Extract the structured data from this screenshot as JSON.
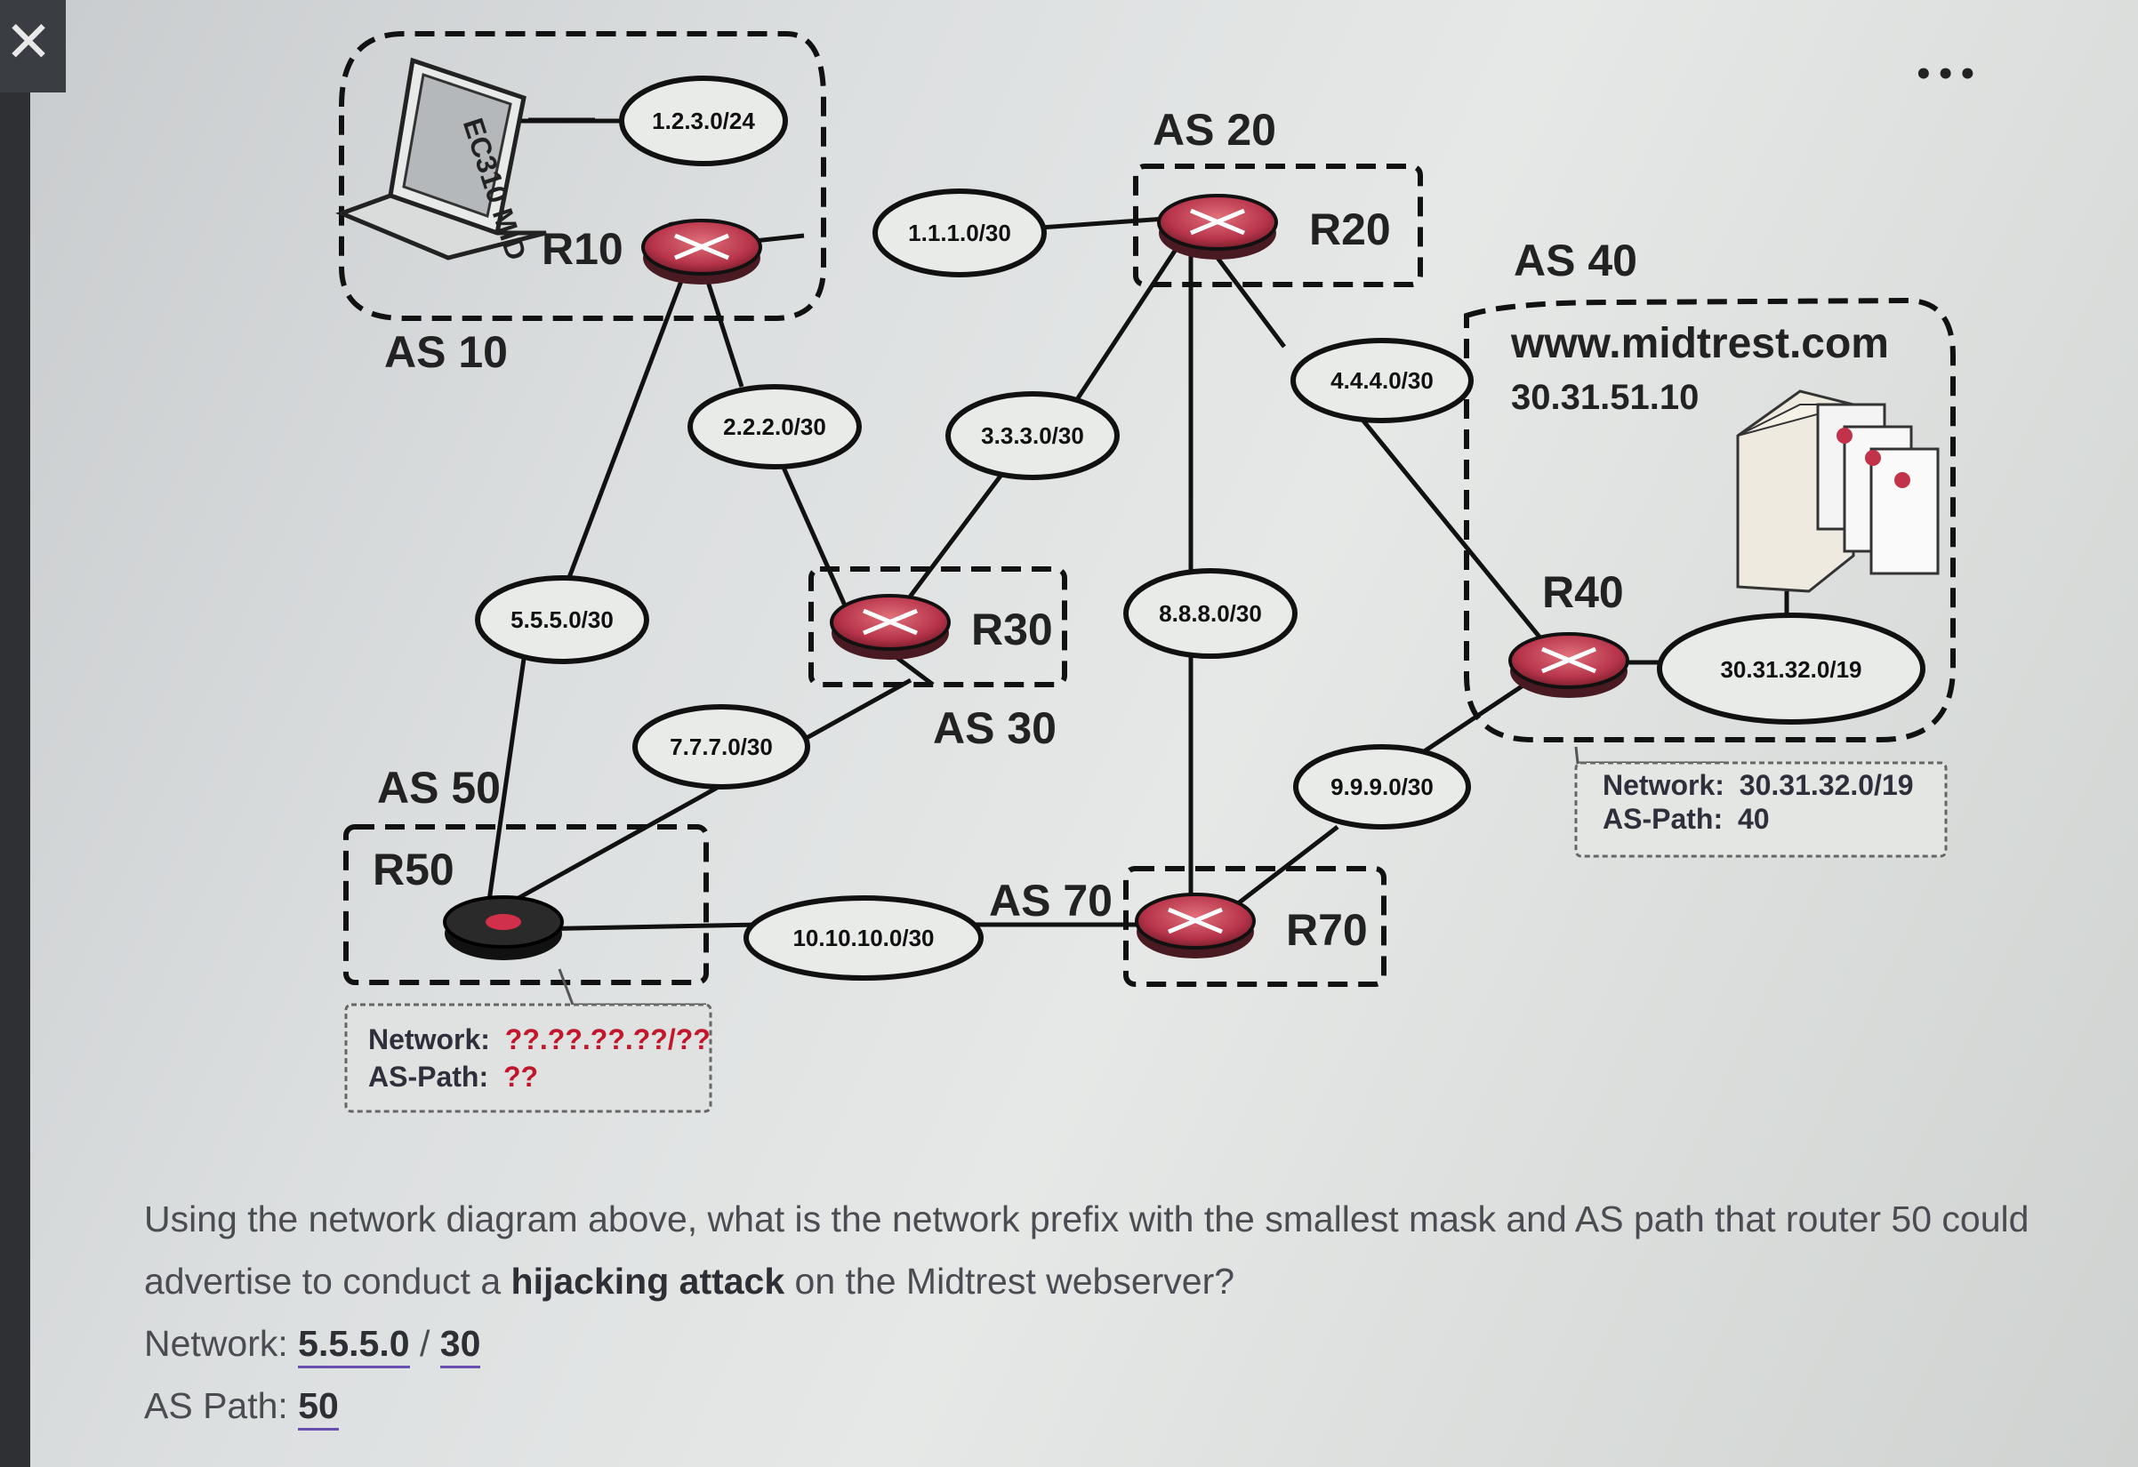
{
  "window": {
    "close_icon": "close-icon",
    "more_icon": "more-options-icon",
    "close_glyph": "✕",
    "more_glyph": "•••"
  },
  "diagram": {
    "as_labels": {
      "as10": "AS 10",
      "as20": "AS 20",
      "as30": "AS 30",
      "as40": "AS 40",
      "as50": "AS 50",
      "as70": "AS 70"
    },
    "routers": {
      "r10": "R10",
      "r20": "R20",
      "r30": "R30",
      "r40": "R40",
      "r50": "R50",
      "r70": "R70"
    },
    "networks": {
      "n1": "1.2.3.0/24",
      "n2": "1.1.1.0/30",
      "n3": "2.2.2.0/30",
      "n4": "3.3.3.0/30",
      "n5": "4.4.4.0/30",
      "n6": "5.5.5.0/30",
      "n7": "7.7.7.0/30",
      "n8": "8.8.8.0/30",
      "n9": "9.9.9.0/30",
      "n10": "10.10.10.0/30",
      "n11": "30.31.32.0/19"
    },
    "laptop_screen_text": "EC310 MID",
    "webserver": {
      "domain": "www.midtrest.com",
      "ip": "30.31.51.10"
    },
    "callout_r40": {
      "network_label": "Network:",
      "network_value": "30.31.32.0/19",
      "aspath_label": "AS-Path:",
      "aspath_value": "40"
    },
    "callout_r50": {
      "network_label": "Network:",
      "network_value": "??.??.??.??/??",
      "aspath_label": "AS-Path:",
      "aspath_value": "??"
    }
  },
  "question": {
    "text_before": "Using the network diagram above, what is the network prefix with the smallest mask and AS path that router 50 could advertise to conduct a ",
    "bold": "hijacking attack",
    "text_after": " on the Midtrest webserver?",
    "network_label": "Network:",
    "network_answer": "5.5.5.0",
    "slash": "/",
    "mask_answer": "30",
    "aspath_label": "AS Path:",
    "aspath_answer": "50"
  }
}
